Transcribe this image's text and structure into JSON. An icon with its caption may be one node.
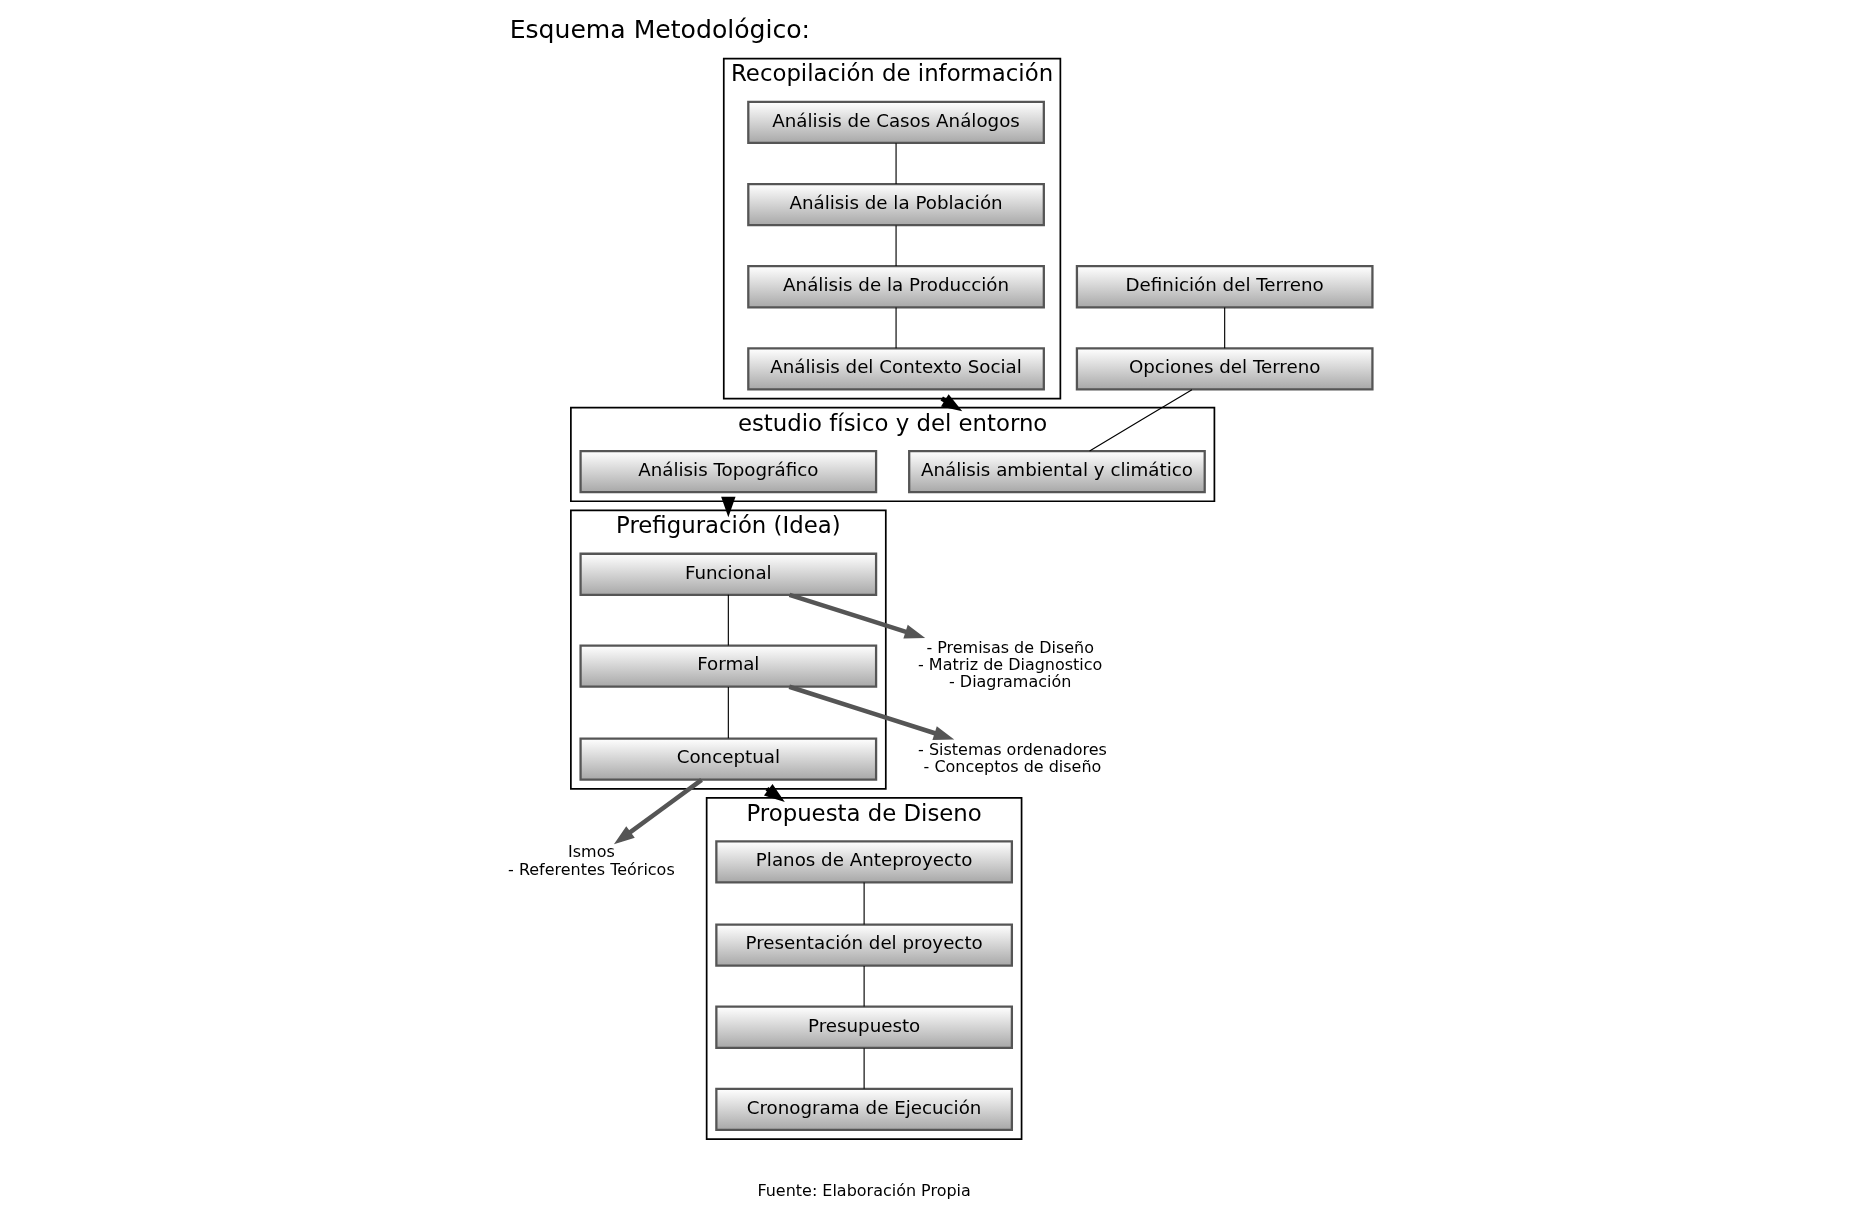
{
  "diagram": {
    "title": "Esquema Metodológico:",
    "caption": "Fuente: Elaboración Propia",
    "nodes": [
      {
        "text": [
          "Recopilación de información"
        ]
      },
      {
        "text": [
          "Análisis de Casos Análogos"
        ],
        "in": 0
      },
      {
        "text": [
          "Análisis de la Población"
        ],
        "in": 0
      },
      {
        "text": [
          "Análisis de la Producción"
        ],
        "in": 0
      },
      {
        "text": [
          "Análisis del Contexto Social"
        ],
        "in": 0
      },
      {
        "text": [
          "Definición del Terreno"
        ]
      },
      {
        "text": [
          "Opciones del Terreno"
        ]
      },
      {
        "text": [
          "estudio físico y del entorno"
        ]
      },
      {
        "text": [
          "Análisis ambiental y climático"
        ],
        "in": 7
      },
      {
        "text": [
          "Análisis Topográfico"
        ],
        "in": 7
      },
      {
        "text": [
          "Prefiguración (Idea)"
        ]
      },
      {
        "text": [
          "Funcional"
        ],
        "in": 10
      },
      {
        "text": [
          "Formal"
        ],
        "in": 10
      },
      {
        "text": [
          "Conceptual"
        ],
        "in": 10
      },
      {
        "text": [
          "- Premisas de Diseño",
          "- Matriz de Diagnostico",
          "- Diagramación"
        ]
      },
      {
        "text": [
          "- Sistemas ordenadores",
          "- Conceptos de diseño"
        ]
      },
      {
        "text": [
          "Ismos",
          "- Referentes Teóricos"
        ]
      },
      {
        "text": [
          "Propuesta de Diseno"
        ]
      },
      {
        "text": [
          "Planos de Anteproyecto"
        ],
        "in": 17
      },
      {
        "text": [
          "Presentación del proyecto"
        ],
        "in": 17
      },
      {
        "text": [
          "Presupuesto"
        ],
        "in": 17
      },
      {
        "text": [
          "Cronograma de Ejecución"
        ],
        "in": 17
      }
    ],
    "edges": [
      {
        "from": 1,
        "to": 2,
        "arrow": "none"
      },
      {
        "from": 2,
        "to": 3,
        "arrow": "none"
      },
      {
        "from": 3,
        "to": 4,
        "arrow": "none"
      },
      {
        "from": 0,
        "to": 7,
        "arrow": "to",
        "style": "thick"
      },
      {
        "from": 5,
        "to": 6,
        "arrow": "none"
      },
      {
        "from": 6,
        "to": 8,
        "arrow": "none"
      },
      {
        "from": 7,
        "to": 10,
        "arrow": "to",
        "style": "thick"
      },
      {
        "from": 11,
        "to": 12,
        "arrow": "none"
      },
      {
        "from": 12,
        "to": 13,
        "arrow": "none"
      },
      {
        "from": 11,
        "to": 14,
        "arrow": "to",
        "style": "thick",
        "color": "#555555"
      },
      {
        "from": 12,
        "to": 15,
        "arrow": "to",
        "style": "thick",
        "color": "#555555"
      },
      {
        "from": 13,
        "to": 16,
        "arrow": "to",
        "style": "thick",
        "color": "#555555"
      },
      {
        "from": 10,
        "to": 17,
        "arrow": "to",
        "style": "thick"
      },
      {
        "from": 18,
        "to": 19,
        "arrow": "none"
      },
      {
        "from": 19,
        "to": 20,
        "arrow": "none"
      },
      {
        "from": 20,
        "to": 21,
        "arrow": "none"
      }
    ]
  }
}
